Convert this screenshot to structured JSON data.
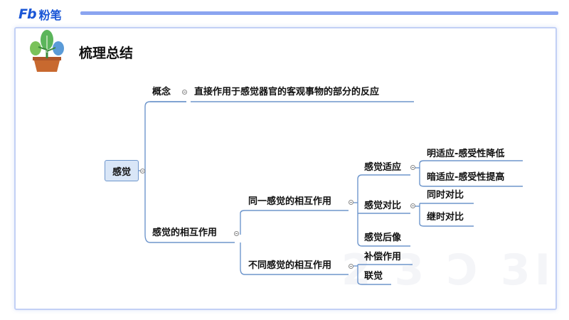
{
  "brand": {
    "logo_text": "Fb",
    "name": "粉笔"
  },
  "page": {
    "title": "梳理总结"
  },
  "colors": {
    "brand": "#1a56d6",
    "accent_bar": "#8aa4f0",
    "line": "#6e96cc",
    "root_fill": "#d9e6f7"
  },
  "mindmap": {
    "root": "感觉",
    "concept_label": "概念",
    "concept_text": "直接作用于感觉器官的客观事物的部分的反应",
    "interaction": "感觉的相互作用",
    "same": "同一感觉的相互作用",
    "adaptation": "感觉适应",
    "light_adaptation": "明适应-感受性降低",
    "dark_adaptation": "暗适应-感受性提高",
    "contrast": "感觉对比",
    "simultaneous": "同时对比",
    "successive": "继时对比",
    "afterimage": "感觉后像",
    "different": "不同感觉的相互作用",
    "compensation": "补偿作用",
    "synesthesia": "联觉"
  }
}
